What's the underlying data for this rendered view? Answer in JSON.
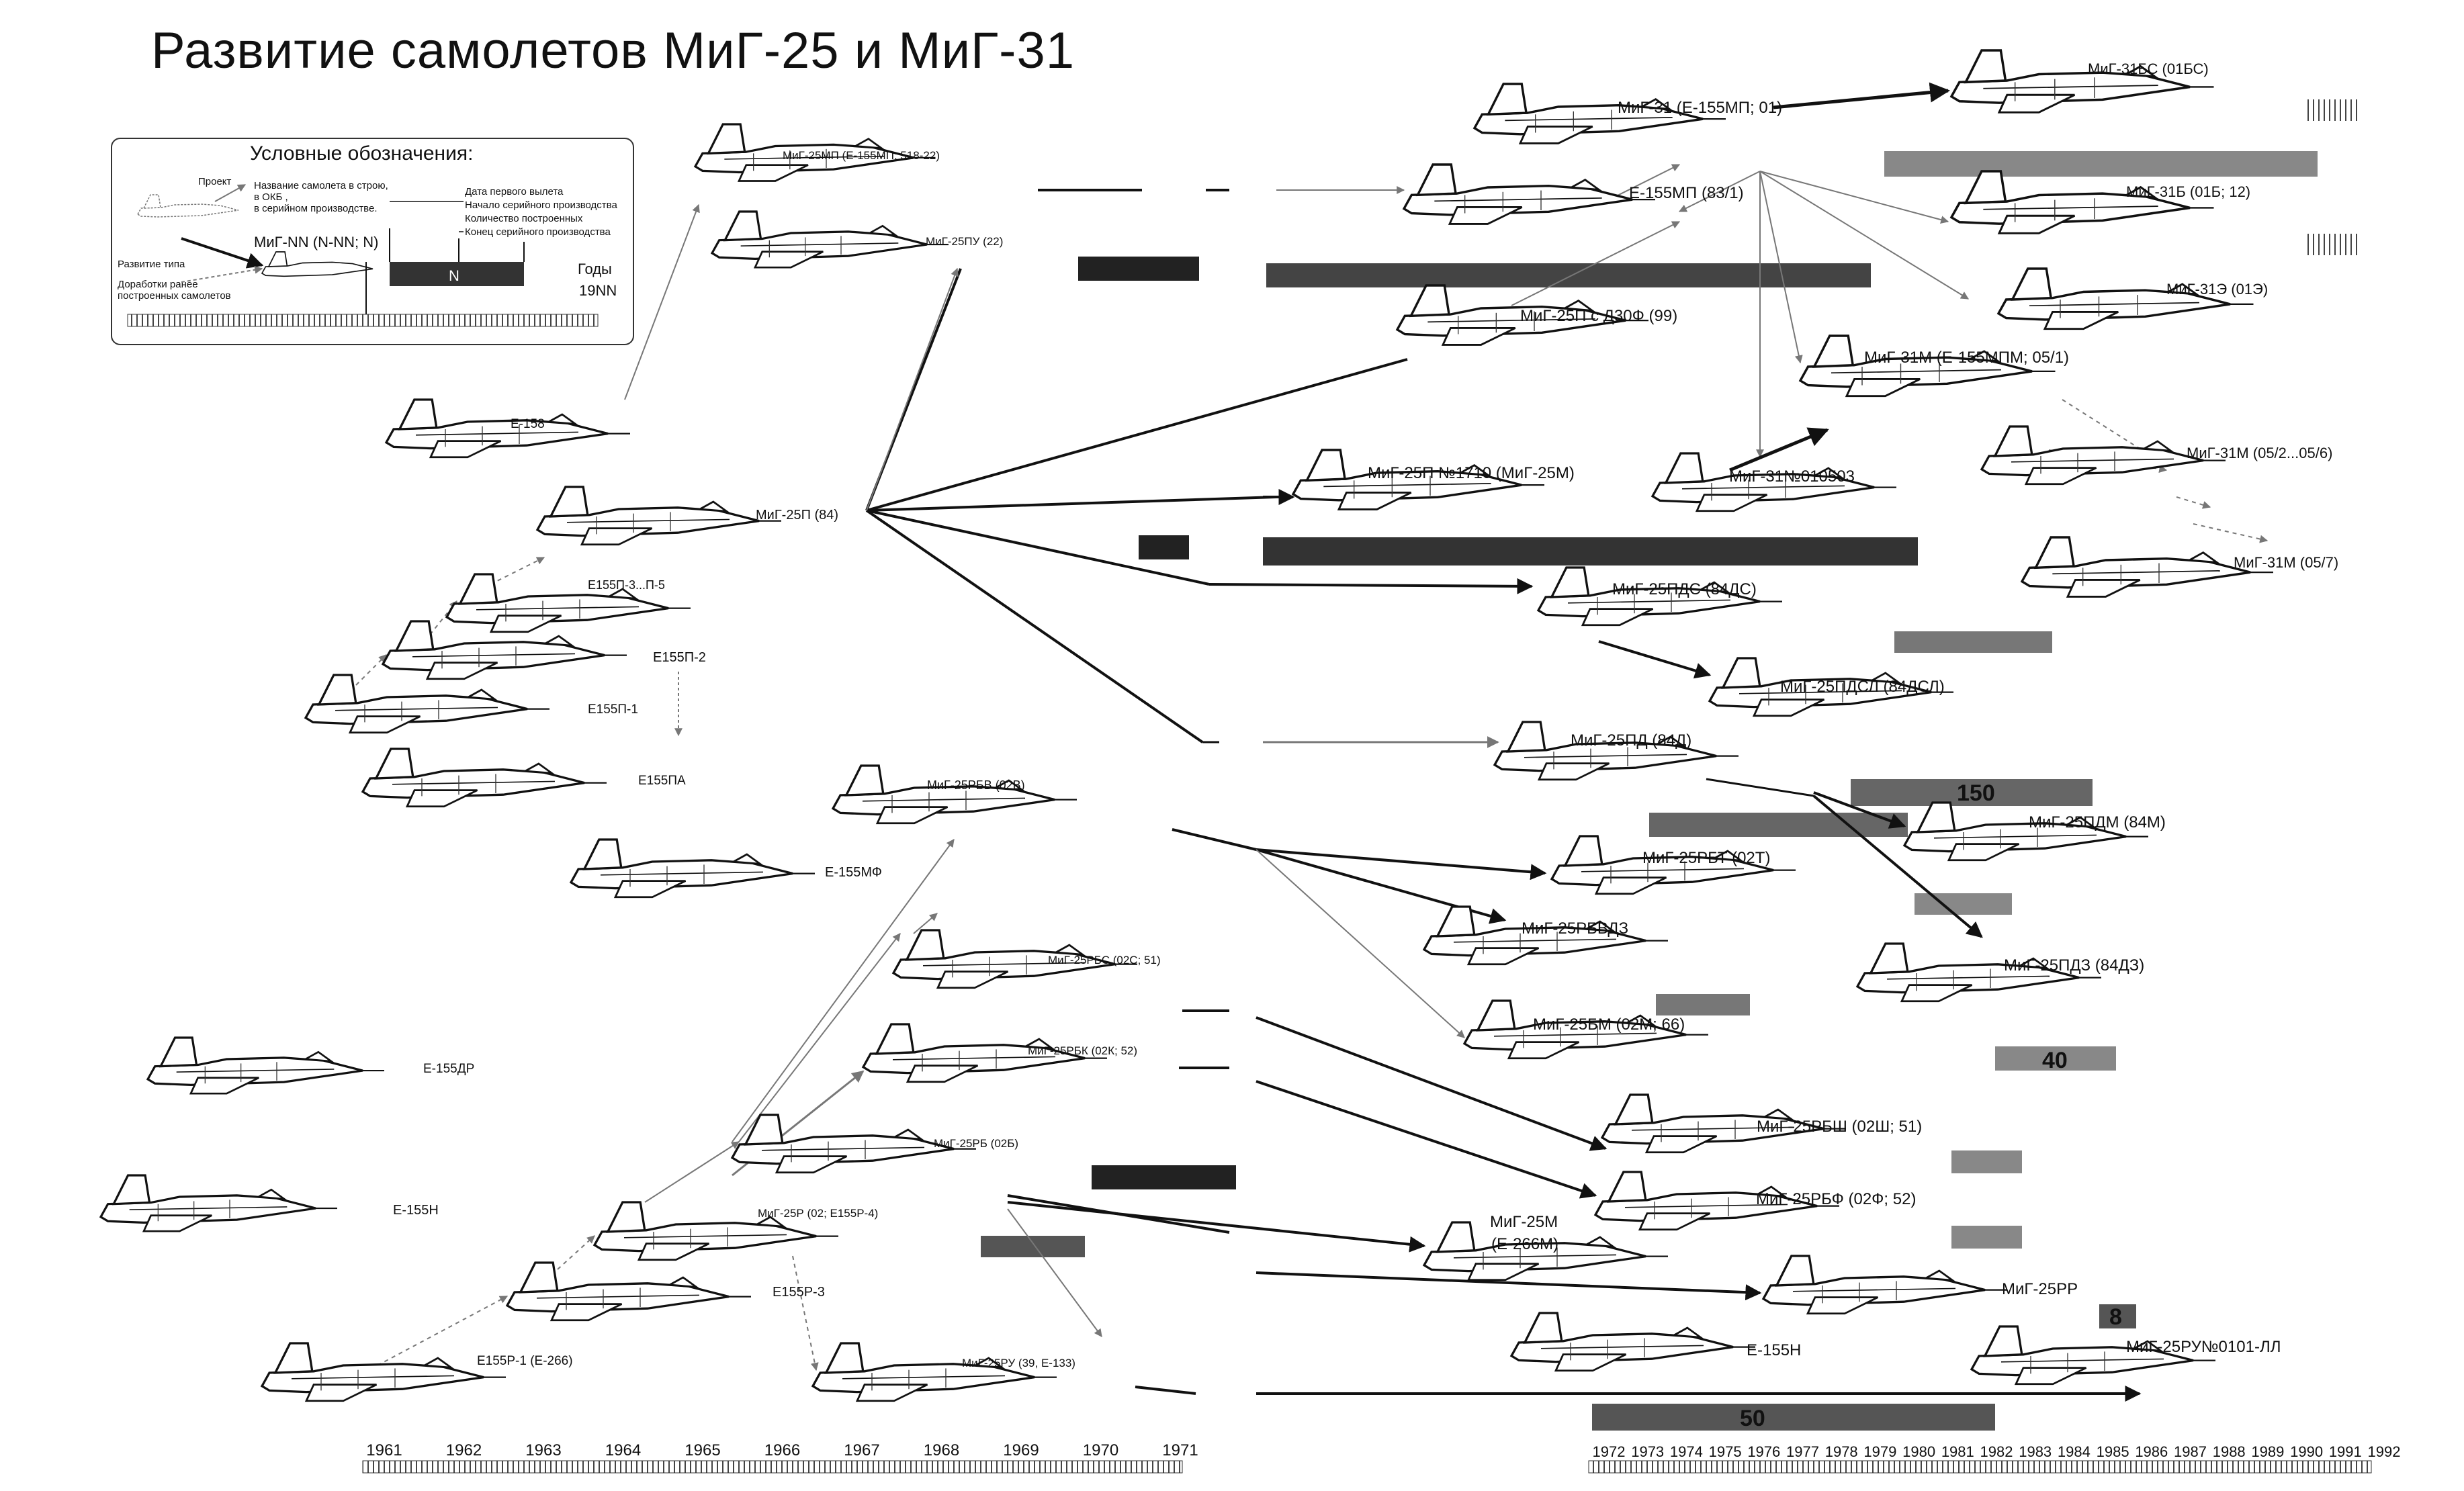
{
  "title": "Развитие самолетов  МиГ-25 и МиГ-31",
  "legend": {
    "title": "Условные обозначения:",
    "project": "Проект",
    "name_note_1": "Название самолета в строю,",
    "name_note_2": "в ОКБ ,",
    "name_note_3": "в серийном производстве.",
    "sample": "МиГ-NN (N-NN; N)",
    "type_dev": "Развитие типа",
    "rework_1": "Доработки ранее",
    "rework_2": "построенных самолетов",
    "first_flight": "Дата первого вылета",
    "serial_start": "Начало серийного производства",
    "built_count": "Количество построенных",
    "serial_end": "Конец серийного производства",
    "years": "Годы",
    "year_sample": "19NN",
    "n": "N"
  },
  "aircraft": [
    {
      "id": "mig25mp",
      "label": "МиГ-25МП (Е-155МП; 518-22)"
    },
    {
      "id": "mig25pu",
      "label": "МиГ-25ПУ (22)"
    },
    {
      "id": "e158",
      "label": "Е-158"
    },
    {
      "id": "mig25p",
      "label": "МиГ-25П (84)"
    },
    {
      "id": "e155p3p5",
      "label": "Е155П-3...П-5"
    },
    {
      "id": "e155p2",
      "label": "Е155П-2"
    },
    {
      "id": "e155p1",
      "label": "Е155П-1"
    },
    {
      "id": "e155pa",
      "label": "Е155ПА"
    },
    {
      "id": "e155mf",
      "label": "Е-155МФ"
    },
    {
      "id": "mig25rbv",
      "label": "МиГ-25РБВ (02В)"
    },
    {
      "id": "mig25rbs",
      "label": "МиГ-25РБС (02С; 51)"
    },
    {
      "id": "mig25rbk",
      "label": "МиГ-25РБК (02К; 52)"
    },
    {
      "id": "mig25rb",
      "label": "МиГ-25РБ (02Б)"
    },
    {
      "id": "mig25r",
      "label": "МиГ-25Р (02; Е155Р-4)"
    },
    {
      "id": "e155r3",
      "label": "Е155Р-3"
    },
    {
      "id": "e155r1",
      "label": "Е155Р-1 (Е-266)"
    },
    {
      "id": "mig25ru",
      "label": "МиГ-25РУ (39, Е-133)"
    },
    {
      "id": "e155dr",
      "label": "Е-155ДР"
    },
    {
      "id": "e155n_left",
      "label": "Е-155Н"
    },
    {
      "id": "mig31",
      "label": "МиГ-31 (Е-155МП; 01)"
    },
    {
      "id": "e155mp",
      "label": "Е-155МП (83/1)"
    },
    {
      "id": "mig25pd30f",
      "label": "МиГ-25П с Д30Ф (99)"
    },
    {
      "id": "mig25p1710",
      "label": "МиГ-25П №1710 (МиГ-25М)"
    },
    {
      "id": "mig31n010503",
      "label": "МиГ-31№010503"
    },
    {
      "id": "mig25pds",
      "label": "МиГ-25ПДС (84ДС)"
    },
    {
      "id": "mig25pdsl",
      "label": "МиГ-25ПДСЛ (84ДСЛ)"
    },
    {
      "id": "mig25pd",
      "label": "МиГ-25ПД (84Д)"
    },
    {
      "id": "mig25pdm",
      "label": "МиГ-25ПДМ (84М)"
    },
    {
      "id": "mig25rbt",
      "label": "МиГ-25РБТ (02Т)"
    },
    {
      "id": "mig25rbvdz",
      "label": "МиГ-25РБВДЗ"
    },
    {
      "id": "mig25pdz",
      "label": "МиГ-25ПДЗ (84ДЗ)"
    },
    {
      "id": "mig25bm",
      "label": "МиГ-25БМ (02М; 66)"
    },
    {
      "id": "mig25rbsh",
      "label": "МиГ-25РБШ (02Ш; 51)"
    },
    {
      "id": "mig25rbf",
      "label": "МиГ-25РБФ (02Ф; 52)"
    },
    {
      "id": "mig25m",
      "label": "МиГ-25М"
    },
    {
      "id": "mig25m_sub",
      "label": "(Е-266М)"
    },
    {
      "id": "mig25rr",
      "label": "МиГ-25РР"
    },
    {
      "id": "e155n_right",
      "label": "Е-155Н"
    },
    {
      "id": "mig25ru0101",
      "label": "МиГ-25РУ№0101-ЛЛ"
    },
    {
      "id": "mig31bs",
      "label": "МиГ-31БС (01БС)"
    },
    {
      "id": "mig31b",
      "label": "МиГ-31Б (01Б; 12)"
    },
    {
      "id": "mig31e",
      "label": "МиГ-31Э (01Э)"
    },
    {
      "id": "mig31mpm",
      "label": "МиГ-31М (Е-155МПМ;  05/1)"
    },
    {
      "id": "mig31m052",
      "label": "МиГ-31М (05/2...05/6)"
    },
    {
      "id": "mig31m057",
      "label": "МиГ-31М (05/7)"
    }
  ],
  "bar_numbers": {
    "pd": "150",
    "pdz": "40",
    "rr": "8",
    "e155n": "50"
  },
  "years_left": [
    "1961",
    "1962",
    "1963",
    "1964",
    "1965",
    "1966",
    "1967",
    "1968",
    "1969",
    "1970",
    "1971"
  ],
  "years_right": [
    "1972",
    "1973",
    "1974",
    "1975",
    "1976",
    "1977",
    "1978",
    "1979",
    "1980",
    "1981",
    "1982",
    "1983",
    "1984",
    "1985",
    "1986",
    "1987",
    "1988",
    "1989",
    "1990",
    "1991",
    "1992"
  ]
}
